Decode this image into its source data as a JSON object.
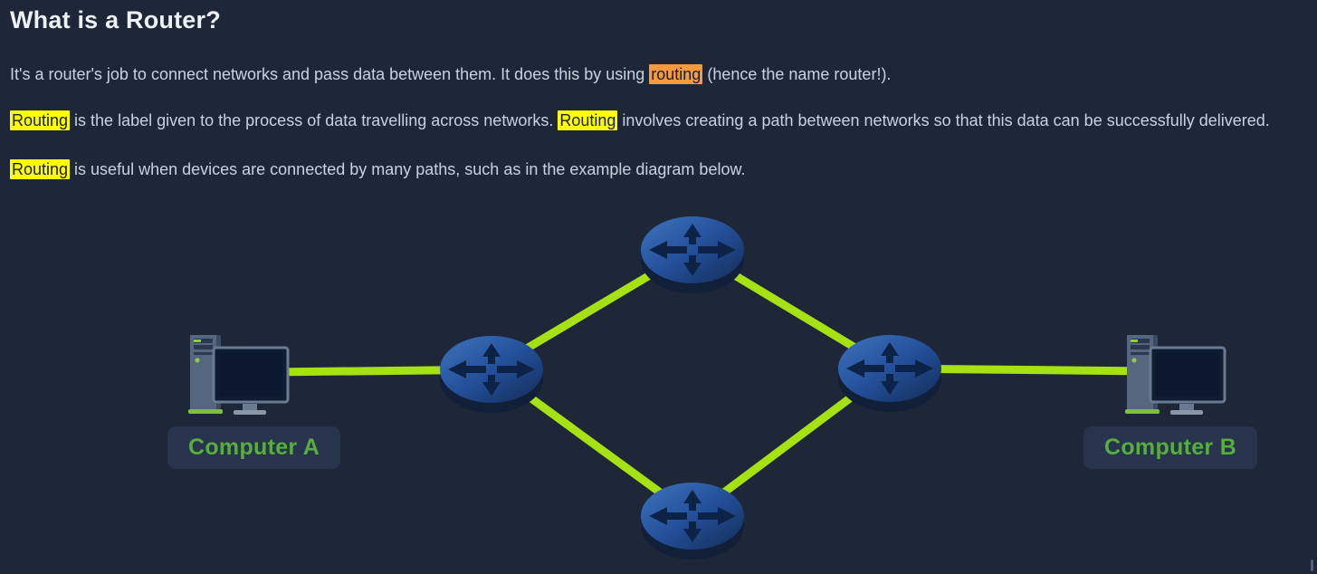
{
  "page": {
    "title": "What is a Router?",
    "paragraphs": [
      {
        "segments": [
          {
            "text": "It's a router's job to connect networks and pass data between them. It does this by using ",
            "highlight": "none"
          },
          {
            "text": "routing",
            "highlight": "orange"
          },
          {
            "text": " (hence the name router!).",
            "highlight": "none"
          }
        ]
      },
      {
        "segments": [
          {
            "text": "Routing",
            "highlight": "yellow"
          },
          {
            "text": " is the label given to the process of data travelling across networks. ",
            "highlight": "none"
          },
          {
            "text": "Routing",
            "highlight": "yellow"
          },
          {
            "text": " involves creating a path between networks so that this data can be successfully delivered.",
            "highlight": "none"
          }
        ]
      },
      {
        "segments": [
          {
            "text": "Routing",
            "highlight": "yellow"
          },
          {
            "text": " is useful when devices are connected by many paths, such as in the example diagram below.",
            "highlight": "none"
          }
        ]
      }
    ]
  },
  "diagram": {
    "computer_a_label": "Computer A",
    "computer_b_label": "Computer B",
    "nodes": [
      {
        "id": "computer-a",
        "type": "computer"
      },
      {
        "id": "router-west",
        "type": "router"
      },
      {
        "id": "router-north",
        "type": "router"
      },
      {
        "id": "router-south",
        "type": "router"
      },
      {
        "id": "router-east",
        "type": "router"
      },
      {
        "id": "computer-b",
        "type": "computer"
      }
    ],
    "links": [
      [
        "computer-a",
        "router-west"
      ],
      [
        "router-west",
        "router-north"
      ],
      [
        "router-west",
        "router-south"
      ],
      [
        "router-north",
        "router-east"
      ],
      [
        "router-south",
        "router-east"
      ],
      [
        "router-east",
        "computer-b"
      ]
    ]
  },
  "colors": {
    "background": "#1d2737",
    "heading": "#eef1f6",
    "body_text": "#c9d2e0",
    "highlight_active": "#f79a3d",
    "highlight_match": "#ffff00",
    "link_line": "#a6e114",
    "router_blue": "#24509a",
    "label_green": "#58ad3f",
    "label_pill_bg": "#28334d"
  }
}
